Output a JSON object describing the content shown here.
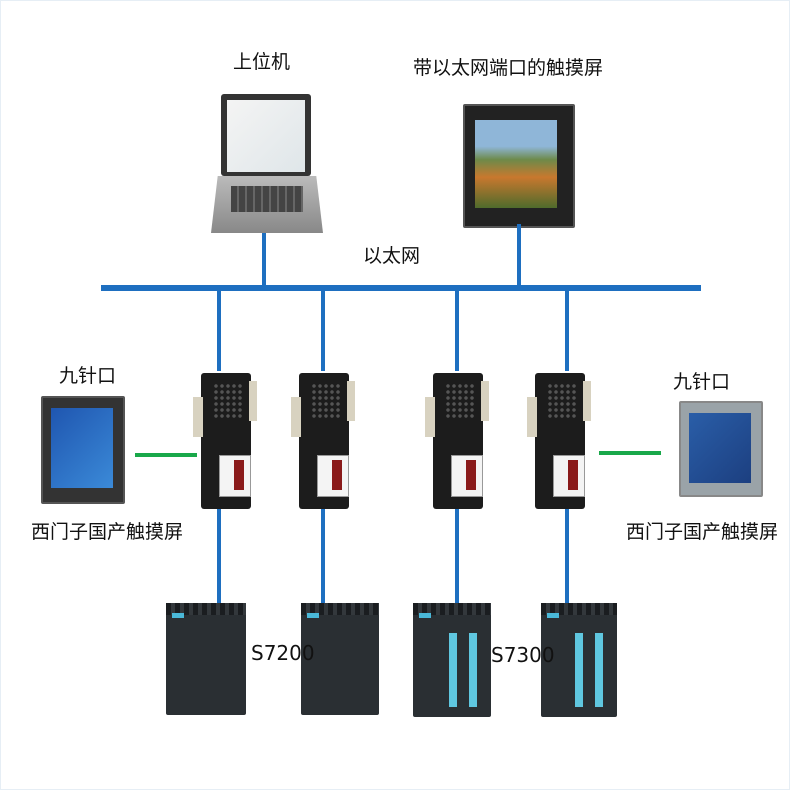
{
  "host": {
    "label": "上位机"
  },
  "ethernet_hmi": {
    "label": "带以太网端口的触摸屏"
  },
  "bus": {
    "label": "以太网"
  },
  "left_panel": {
    "port_label": "九针口",
    "device_label": "西门子国产触摸屏"
  },
  "right_panel": {
    "port_label": "九针口",
    "device_label": "西门子国产触摸屏"
  },
  "plcs": {
    "s7200_label": "S7200",
    "s7300_label": "S7300"
  },
  "colors": {
    "bus": "#1e6fc0",
    "serial_link": "#19a84a"
  }
}
